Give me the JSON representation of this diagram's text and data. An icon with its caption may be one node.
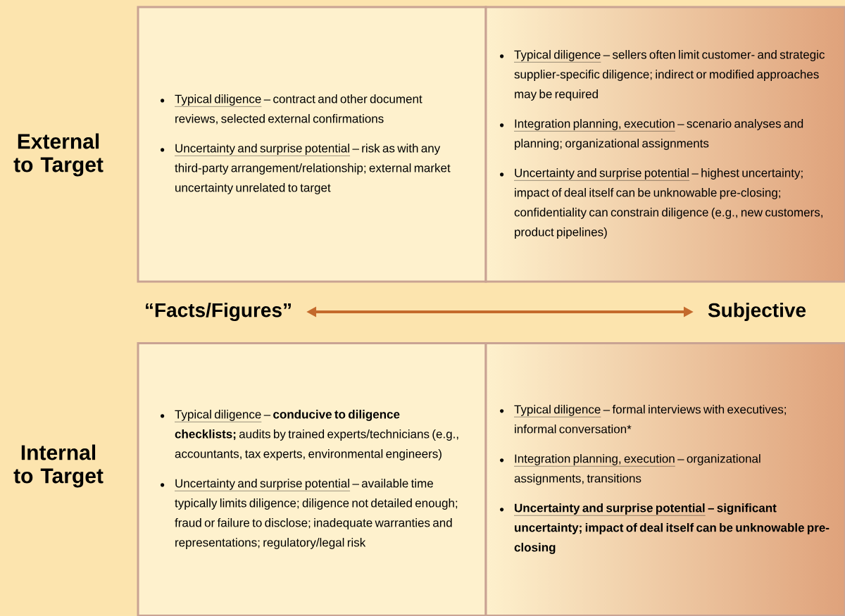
{
  "diagram": {
    "nodes": [
      {
        "text": [
          "Typical diligence",
          "– contract and other document reviews, selected external confirmations",
          "Uncertainty and surprise potential",
          "– risk as with any third-party arrangement/relationship; external market uncertainty unrelated to target"
        ]
      },
      {
        "text": [
          "Typical diligence",
          "– sellers often limit customer- and strategic supplier-specific diligence; indirect or modified approaches may be required",
          "Integration planning, execution",
          "– scenario analyses and planning; organizational assignments",
          "Uncertainty and surprise potential",
          "– highest uncertainty; impact of deal itself can be unknowable pre-closing; confidentiality can constrain diligence (e.g., new customers, product pipelines)"
        ]
      },
      {
        "text": [
          "“Facts/Figures”"
        ]
      },
      {
        "text": [
          "Subjective"
        ]
      },
      {
        "text": [
          "Typical diligence",
          "– **conducive to diligence checklists;** audits by trained experts/technicians (e.g., accountants, tax experts, environmental engineers)",
          "Uncertainty and surprise potential",
          "– available time typically limits diligence; diligence not detailed enough; fraud or failure to disclose; inadequate warranties and representations; regulatory/legal risk"
        ]
      },
      {
        "text": [
          "Typical diligence",
          "– formal interviews with executives; informal conversation*",
          "Integration planning, execution",
          "– organizational assignments, transitions",
          "**Uncertainty and surprise potential**",
          "**– significant uncertainty; impact of deal itself can be unknowable pre-closing**"
        ]
      }
    ],
    "edges": [
      {
        "from": 2,
        "to": 3,
        "arrow": "both",
        "color": "#c46a2c"
      }
    ],
    "labels": [
      "External to Target",
      "Internal to Target"
    ]
  }
}
